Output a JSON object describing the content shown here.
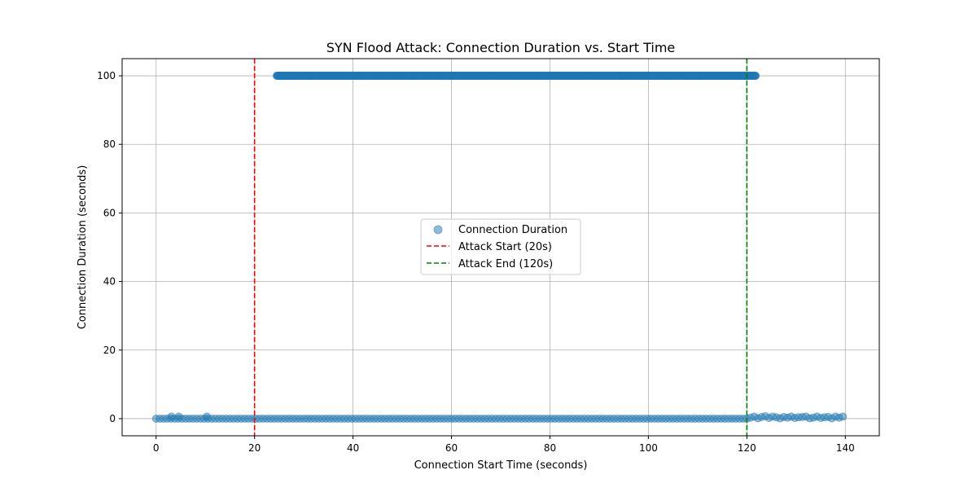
{
  "chart_data": {
    "type": "scatter",
    "title": "SYN Flood Attack: Connection Duration vs. Start Time",
    "xlabel": "Connection Start Time (seconds)",
    "ylabel": "Connection Duration (seconds)",
    "xlim": [
      -6.9,
      146.9
    ],
    "ylim": [
      -5,
      105
    ],
    "xticks": [
      0,
      20,
      40,
      60,
      80,
      100,
      120,
      140
    ],
    "yticks": [
      0,
      20,
      40,
      60,
      80,
      100
    ],
    "grid": true,
    "legend_position": "center",
    "series": [
      {
        "name": "Connection Duration",
        "color": "#1f77b4",
        "normal_x_range": [
          0,
          140
        ],
        "normal_step": 0.75,
        "normal_y": 0,
        "flood_x_range": [
          24.5,
          121.8
        ],
        "flood_y": 100,
        "y_after_attack": [
          0.3,
          0.6,
          0.1,
          0.5,
          0.7,
          0.2,
          0.6,
          0.4,
          0.1,
          0.5,
          0.3,
          0.6,
          0.2,
          0.4,
          0.5,
          0.6,
          0.1,
          0.3,
          0.6,
          0.2,
          0.4,
          0.5,
          0.1,
          0.6
        ],
        "x_early_bumps": [
          3.1,
          4.6,
          10.3
        ]
      }
    ],
    "vlines": [
      {
        "name": "Attack Start (20s)",
        "x": 20,
        "color": "#ff0000",
        "style": "dashed"
      },
      {
        "name": "Attack End (120s)",
        "x": 120,
        "color": "#008000",
        "style": "dashed"
      }
    ]
  }
}
